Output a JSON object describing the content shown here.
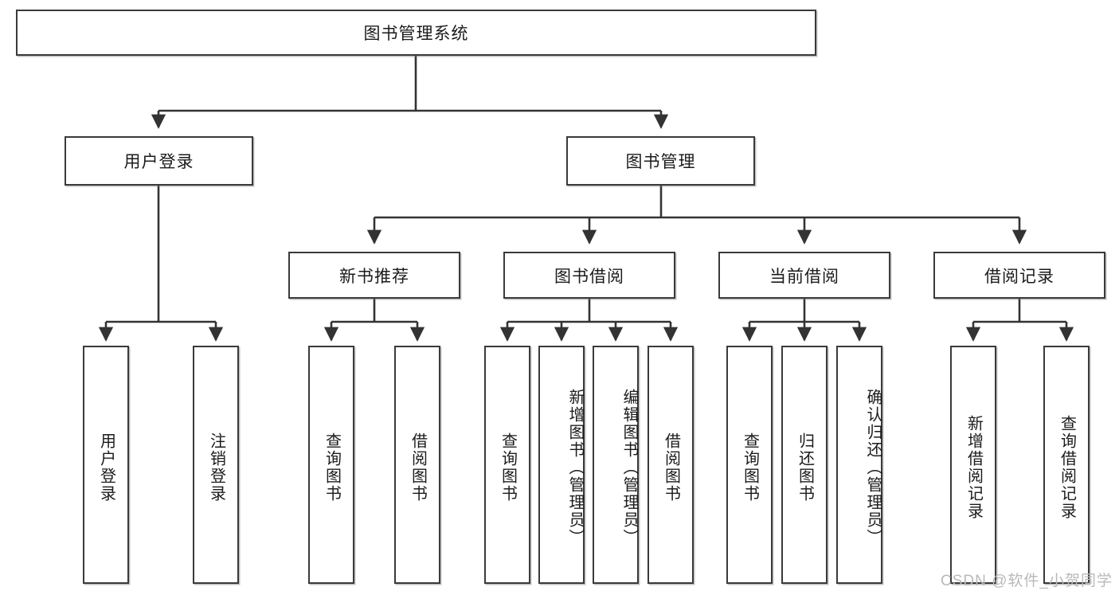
{
  "diagram": {
    "type": "tree",
    "title": "图书管理系统",
    "root": {
      "label": "图书管理系统"
    },
    "level2": [
      {
        "label": "用户登录"
      },
      {
        "label": "图书管理"
      }
    ],
    "level3": [
      {
        "label": "新书推荐"
      },
      {
        "label": "图书借阅"
      },
      {
        "label": "当前借阅"
      },
      {
        "label": "借阅记录"
      }
    ],
    "leaves": {
      "user_login": [
        {
          "label": "用户登录"
        },
        {
          "label": "注销登录"
        }
      ],
      "new_books": [
        {
          "label": "查询图书"
        },
        {
          "label": "借阅图书"
        }
      ],
      "borrow_books": [
        {
          "label": "查询图书"
        },
        {
          "label": "新增图书（管理员）"
        },
        {
          "label": "编辑图书（管理员）"
        },
        {
          "label": "借阅图书"
        }
      ],
      "current_borrow": [
        {
          "label": "查询图书"
        },
        {
          "label": "归还图书"
        },
        {
          "label": "确认归还（管理员）"
        }
      ],
      "borrow_records": [
        {
          "label": "新增借阅记录"
        },
        {
          "label": "查询借阅记录"
        }
      ]
    }
  },
  "watermark": {
    "text": "CSDN @软件_小贺同学"
  },
  "colors": {
    "box_border": "#3a3a3a",
    "box_fill": "#ffffff",
    "line": "#333333",
    "text": "#1b1b1b",
    "watermark": "#b9b9b9"
  }
}
